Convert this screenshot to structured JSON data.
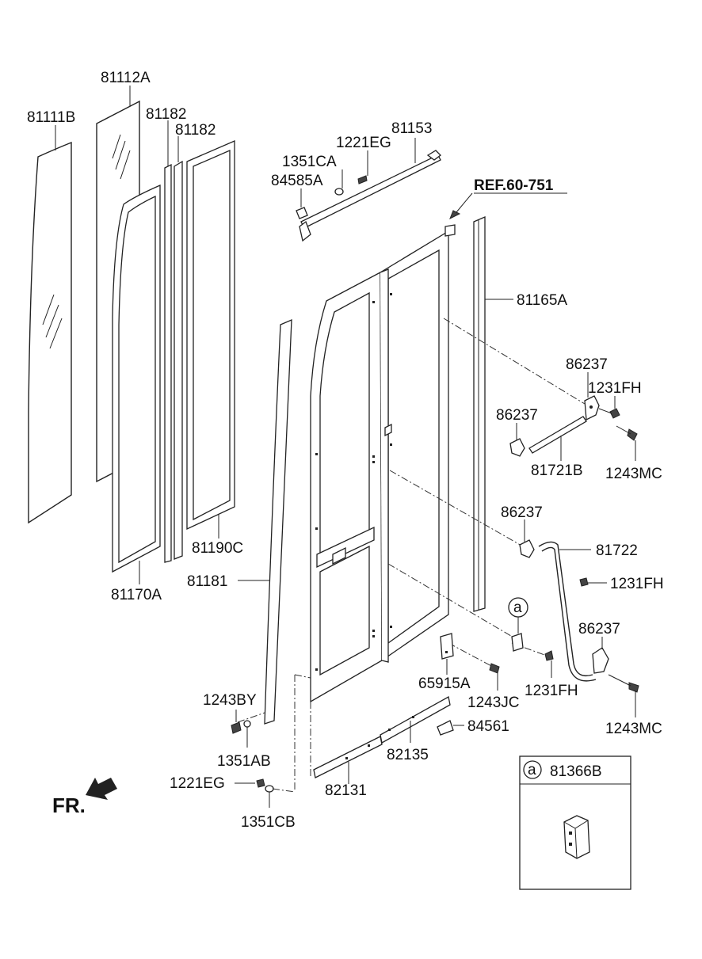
{
  "labels": {
    "p81112A": "81112A",
    "p81111B": "81111B",
    "p81182a": "81182",
    "p81182b": "81182",
    "p81153": "81153",
    "p1221EG_top": "1221EG",
    "p1351CA": "1351CA",
    "p84585A": "84585A",
    "ref": "REF.60-751",
    "p81165A": "81165A",
    "p86237_a": "86237",
    "p1231FH_a": "1231FH",
    "p86237_b": "86237",
    "p81721B": "81721B",
    "p1243MC_a": "1243MC",
    "p86237_c": "86237",
    "p81722": "81722",
    "p1231FH_b": "1231FH",
    "p86237_d": "86237",
    "p1231FH_c": "1231FH",
    "p1243MC_b": "1243MC",
    "p65915A": "65915A",
    "p1243JC": "1243JC",
    "p84561": "84561",
    "p82135": "82135",
    "p82131": "82131",
    "p81190C": "81190C",
    "p81170A": "81170A",
    "p81181": "81181",
    "p1243BY": "1243BY",
    "p1351AB": "1351AB",
    "p1221EG_bot": "1221EG",
    "p1351CB": "1351CB",
    "fr": "FR.",
    "callout_a": "a",
    "inset_ref_a": "a",
    "inset_part": "81366B"
  }
}
